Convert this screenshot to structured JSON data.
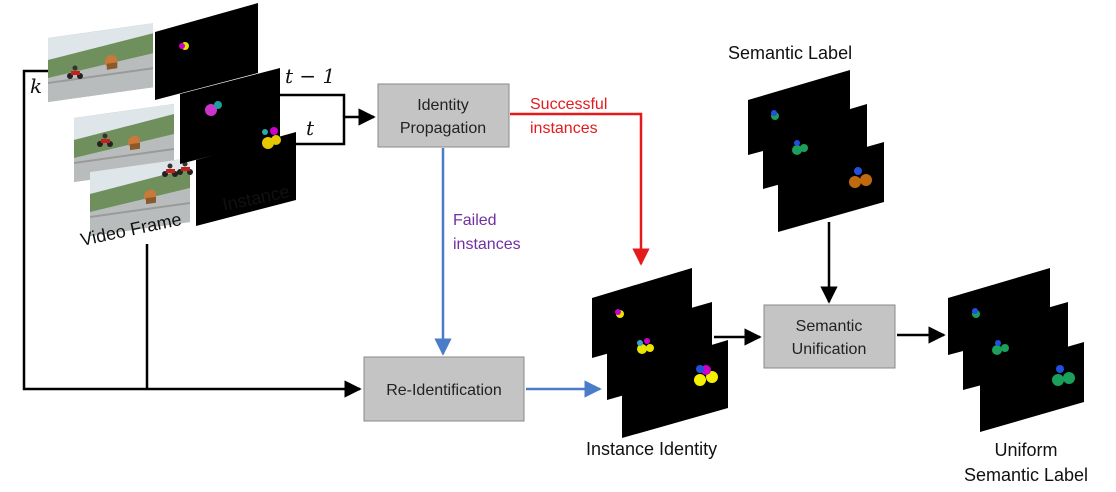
{
  "colors": {
    "black": "#000000",
    "box_fill": "#c4c4c4",
    "box_stroke": "#8a8a8a",
    "blue": "#4a7cc9",
    "red": "#e41a1c",
    "purple": "#7030a0",
    "frame_black": "#000000"
  },
  "labels": {
    "k": "k",
    "t_minus_1": "t − 1",
    "t": "t",
    "video_frame": "Video Frame",
    "instance": "Instance",
    "semantic_label": "Semantic Label",
    "instance_identity": "Instance Identity",
    "uniform_semantic_label_line1": "Uniform",
    "uniform_semantic_label_line2": "Semantic Label"
  },
  "boxes": {
    "identity_propagation": {
      "line1": "Identity",
      "line2": "Propagation"
    },
    "re_identification": {
      "label": "Re-Identification"
    },
    "semantic_unification": {
      "line1": "Semantic",
      "line2": "Unification"
    }
  },
  "edges": {
    "successful": {
      "line1": "Successful",
      "line2": "instances"
    },
    "failed": {
      "line1": "Failed",
      "line2": "instances"
    }
  },
  "icons": {
    "photo_frame": "road-motorcycle-photo",
    "mask_frame": "instance-mask-frame"
  }
}
